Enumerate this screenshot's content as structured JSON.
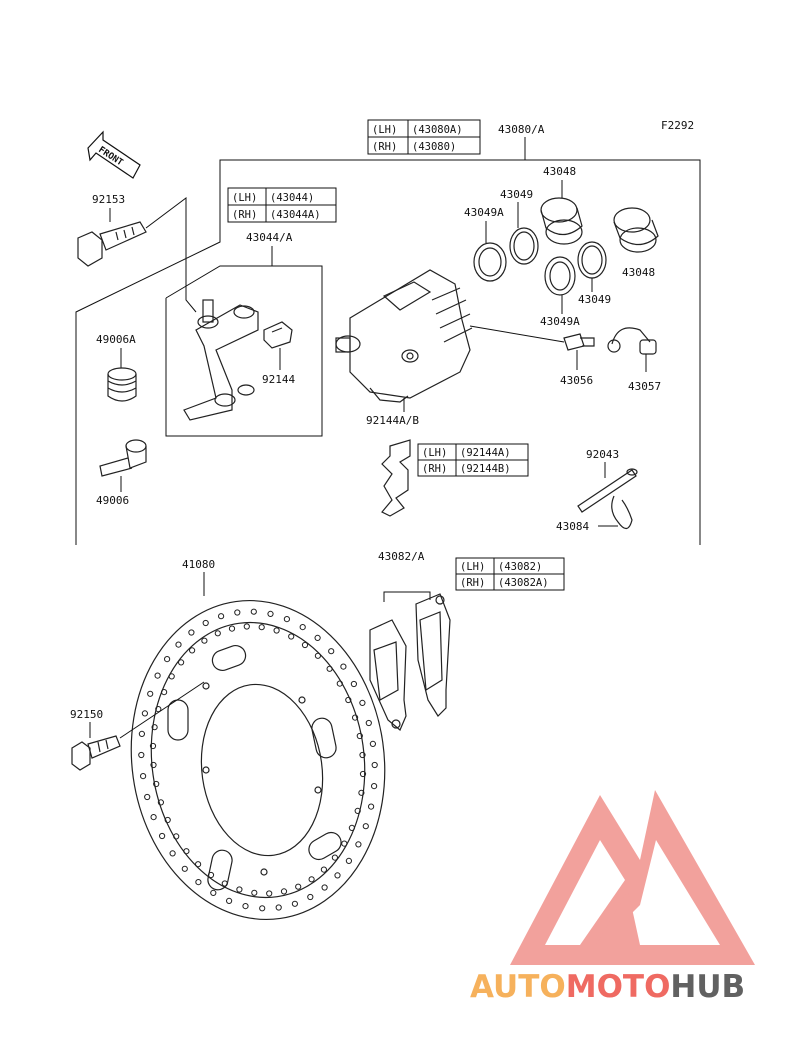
{
  "diagram_code": "F2292",
  "front_arrow_text": "FRONT",
  "labels": {
    "p43080": "43080/A",
    "p43048a": "43048",
    "p43049a": "43049",
    "p43049Aa": "43049A",
    "p43048b": "43048",
    "p43049b": "43049",
    "p43049Ab": "43049A",
    "p92153": "92153",
    "p43044": "43044/A",
    "p49006A": "49006A",
    "p92144": "92144",
    "p49006": "49006",
    "p92144AB": "92144A/B",
    "p43056": "43056",
    "p43057": "43057",
    "p92043": "92043",
    "p43084": "43084",
    "p41080": "41080",
    "p43082": "43082/A",
    "p92150": "92150"
  },
  "tables": {
    "t43080": {
      "lh_side": "(LH)",
      "lh_part": "(43080A)",
      "rh_side": "(RH)",
      "rh_part": "(43080)"
    },
    "t43044": {
      "lh_side": "(LH)",
      "lh_part": "(43044)",
      "rh_side": "(RH)",
      "rh_part": "(43044A)"
    },
    "t92144": {
      "lh_side": "(LH)",
      "lh_part": "(92144A)",
      "rh_side": "(RH)",
      "rh_part": "(92144B)"
    },
    "t43082": {
      "lh_side": "(LH)",
      "lh_part": "(43082)",
      "rh_side": "(RH)",
      "rh_part": "(43082A)"
    }
  },
  "watermark": {
    "part1": "AUTO",
    "part2": "MOTO",
    "part3": "HUB"
  },
  "colors": {
    "watermark_orange": "#f6b15c",
    "watermark_red": "#ef6a62",
    "watermark_gray": "#616161",
    "logo_red": "#f08a84"
  }
}
